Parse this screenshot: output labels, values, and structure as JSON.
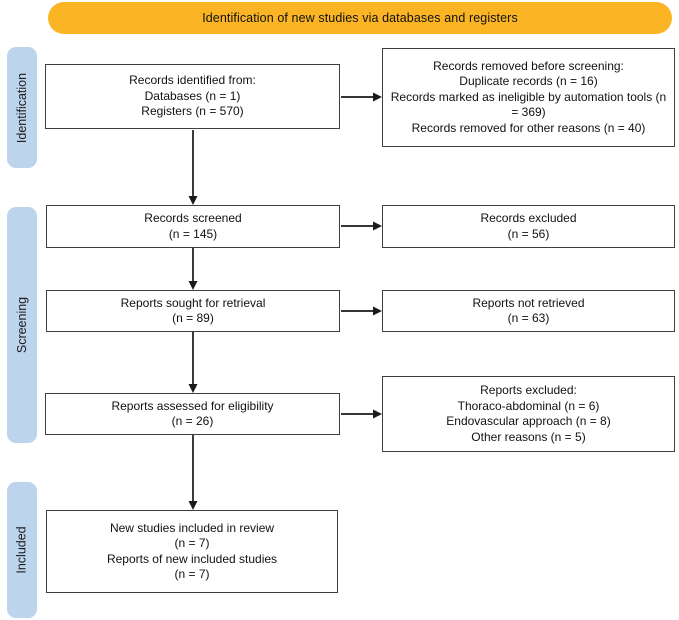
{
  "banner": {
    "label": "Identification of new studies via databases and registers"
  },
  "sidebar": {
    "stages": [
      {
        "label": "Identification"
      },
      {
        "label": "Screening"
      },
      {
        "label": "Included"
      }
    ]
  },
  "colors": {
    "banner_bg": "#FBB524",
    "stage_bg": "#BDD4ED",
    "box_border": "#3F3F3F",
    "arrow": "#1A1A1A",
    "text": "#111111"
  },
  "boxes": {
    "identified": {
      "lines": [
        "Records identified from:",
        "Databases (n = 1)",
        "Registers (n = 570)"
      ]
    },
    "removed": {
      "lines": [
        "Records removed before screening:",
        "Duplicate records (n = 16)",
        "Records marked as ineligible by automation tools (n = 369)",
        "Records removed for other reasons (n = 40)"
      ]
    },
    "screened": {
      "lines": [
        "Records screened",
        "(n = 145)"
      ]
    },
    "excluded": {
      "lines": [
        "Records excluded",
        "(n = 56)"
      ]
    },
    "sought": {
      "lines": [
        "Reports sought for retrieval",
        "(n = 89)"
      ]
    },
    "not_retrieved": {
      "lines": [
        "Reports not retrieved",
        "(n = 63)"
      ]
    },
    "assessed": {
      "lines": [
        "Reports assessed for eligibility",
        "(n = 26)"
      ]
    },
    "reports_excluded": {
      "lines": [
        "Reports excluded:",
        "Thoraco-abdominal (n = 6)",
        "Endovascular approach (n = 8)",
        "Other reasons (n = 5)"
      ]
    },
    "included": {
      "lines": [
        "New studies included in review",
        "(n = 7)",
        "Reports of new included studies",
        "(n = 7)"
      ]
    }
  }
}
